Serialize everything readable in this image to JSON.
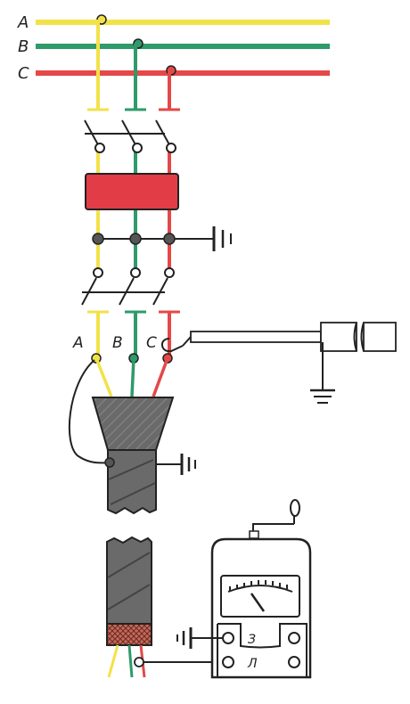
{
  "phases": [
    {
      "key": "a",
      "label": "A",
      "color": "#f2e24a"
    },
    {
      "key": "b",
      "label": "B",
      "color": "#2f9a6a"
    },
    {
      "key": "c",
      "label": "C",
      "color": "#e44848"
    }
  ],
  "cable_phase_labels": [
    "A",
    "B",
    "C"
  ],
  "megohmmeter": {
    "terminal_earth_label": "З",
    "terminal_line_label": "Л"
  },
  "colors": {
    "breaker_body": "#e23c46",
    "cable_body": "#666666",
    "braid": "#b0483c",
    "ink": "#222222"
  }
}
